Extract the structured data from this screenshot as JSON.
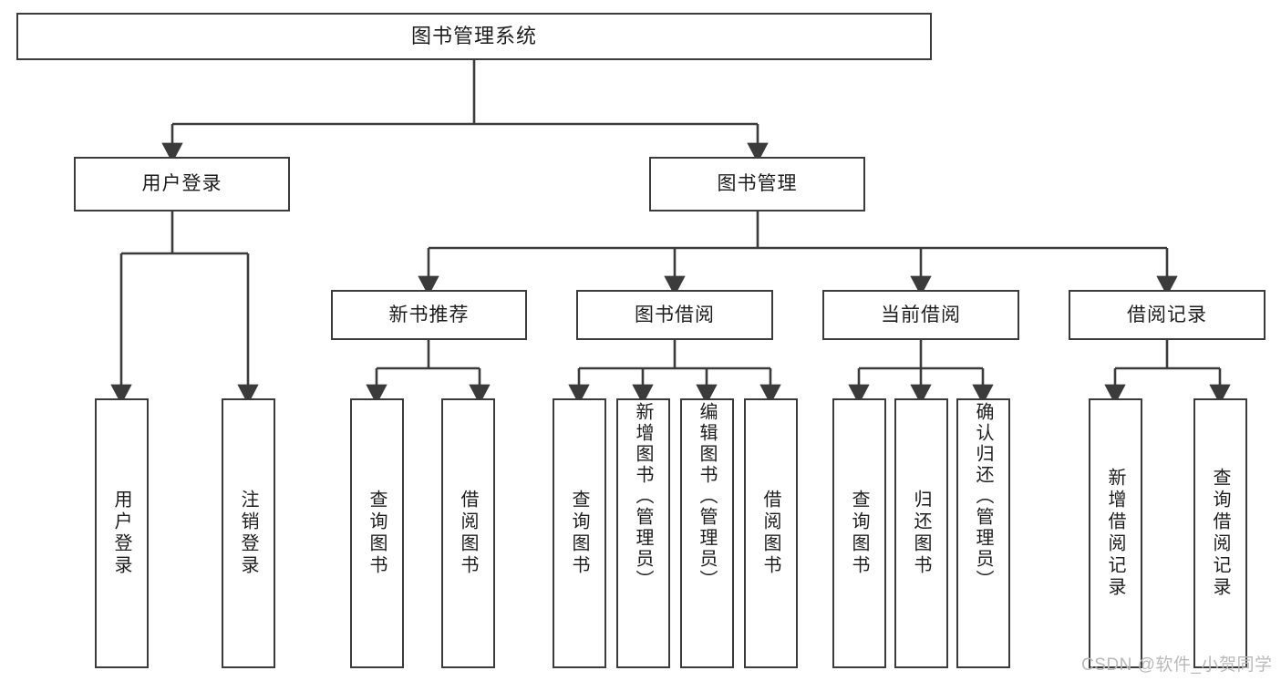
{
  "diagram": {
    "type": "tree",
    "title": "图书管理系统",
    "root": {
      "label": "图书管理系统"
    },
    "level2": [
      {
        "label": "用户登录"
      },
      {
        "label": "图书管理"
      }
    ],
    "level3": [
      {
        "label": "新书推荐"
      },
      {
        "label": "图书借阅"
      },
      {
        "label": "当前借阅"
      },
      {
        "label": "借阅记录"
      }
    ],
    "leaves": {
      "user_login": [
        {
          "label": "用户登录"
        },
        {
          "label": "注销登录"
        }
      ],
      "new_book_recommend": [
        {
          "label": "查询图书"
        },
        {
          "label": "借阅图书"
        }
      ],
      "book_borrow": [
        {
          "label": "查询图书"
        },
        {
          "label": "新增图书（管理员）"
        },
        {
          "label": "编辑图书（管理员）"
        },
        {
          "label": "借阅图书"
        }
      ],
      "current_borrow": [
        {
          "label": "查询图书"
        },
        {
          "label": "归还图书"
        },
        {
          "label": "确认归还（管理员）"
        }
      ],
      "borrow_record": [
        {
          "label": "新增借阅记录"
        },
        {
          "label": "查询借阅记录"
        }
      ]
    }
  },
  "watermark": {
    "text": "CSDN @软件_小贺同学"
  },
  "colors": {
    "stroke": "#3b3b3b",
    "background": "#ffffff",
    "text": "#1d1d1d",
    "watermark": "#b9b9b9"
  }
}
